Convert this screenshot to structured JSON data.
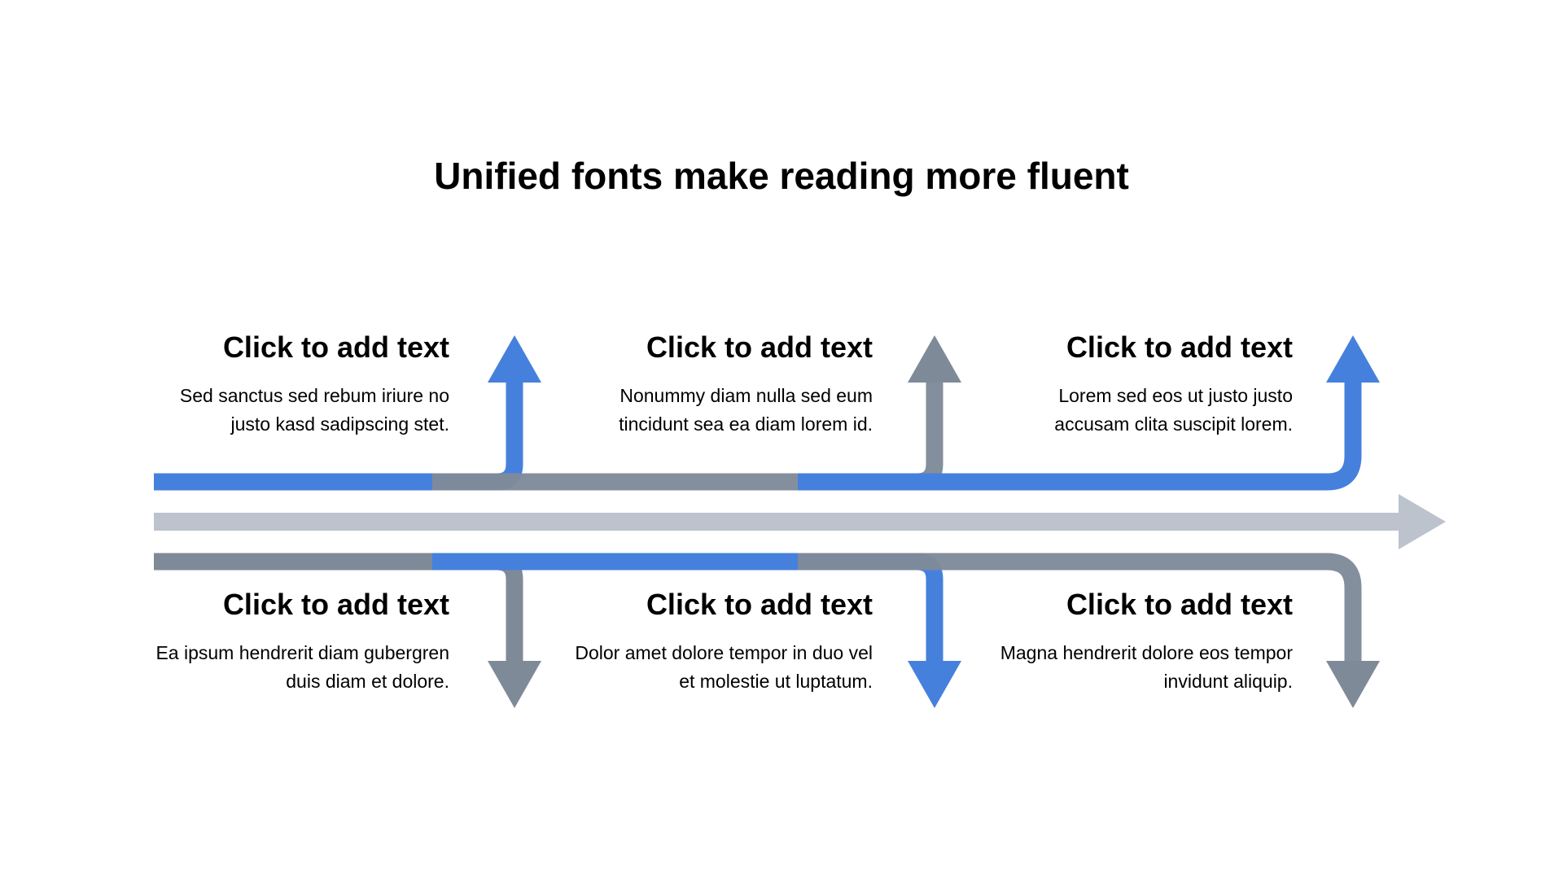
{
  "title": "Unified fonts make reading more fluent",
  "colors": {
    "blue": "#4680DD",
    "slate": "#7F8A99",
    "light_gray": "#BCC3CD"
  },
  "upper_branches": [
    {
      "heading": "Click to add text",
      "lines": [
        "Sed sanctus sed rebum iriure no",
        "justo kasd sadipscing stet."
      ],
      "color": "blue",
      "direction": "up"
    },
    {
      "heading": "Click to add text",
      "lines": [
        "Nonummy diam nulla sed eum",
        "tincidunt sea ea diam lorem id."
      ],
      "color": "slate",
      "direction": "up"
    },
    {
      "heading": "Click to add text",
      "lines": [
        "Lorem sed eos ut justo justo",
        "accusam clita suscipit lorem."
      ],
      "color": "blue",
      "direction": "up"
    }
  ],
  "lower_branches": [
    {
      "heading": "Click to add text",
      "lines": [
        "Ea ipsum hendrerit diam gubergren",
        "duis diam et dolore."
      ],
      "color": "slate",
      "direction": "down"
    },
    {
      "heading": "Click to add text",
      "lines": [
        "Dolor amet dolore tempor in duo vel",
        "et molestie ut luptatum."
      ],
      "color": "blue",
      "direction": "down"
    },
    {
      "heading": "Click to add text",
      "lines": [
        "Magna hendrerit dolore eos tempor",
        "invidunt aliquip."
      ],
      "color": "slate",
      "direction": "down"
    }
  ]
}
